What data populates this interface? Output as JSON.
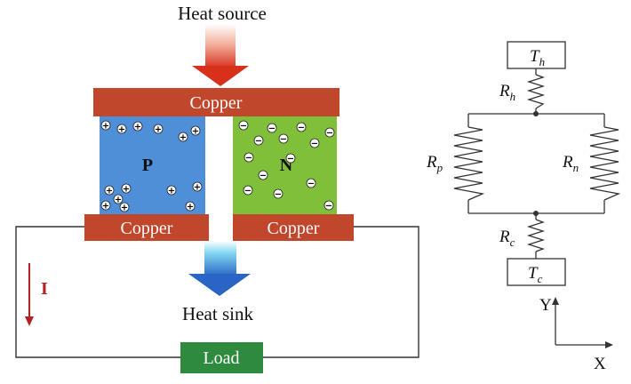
{
  "thermoelectric": {
    "heat_source": "Heat source",
    "copper_top": "Copper",
    "p_label": "P",
    "n_label": "N",
    "copper_left": "Copper",
    "copper_right": "Copper",
    "heat_sink": "Heat sink",
    "current_label": "I",
    "load_label": "Load",
    "p_carrier": "+",
    "n_carrier": "−"
  },
  "circuit": {
    "th_main": "T",
    "th_sub": "h",
    "rh_main": "R",
    "rh_sub": "h",
    "rp_main": "R",
    "rp_sub": "p",
    "rn_main": "R",
    "rn_sub": "n",
    "rc_main": "R",
    "rc_sub": "c",
    "tc_main": "T",
    "tc_sub": "c",
    "y_axis": "Y",
    "x_axis": "X"
  },
  "colors": {
    "copper": "#c0462c",
    "p_type": "#4f8fd8",
    "n_type": "#7fbf3a",
    "load": "#2e8b3e",
    "current_arrow": "#b22222"
  }
}
